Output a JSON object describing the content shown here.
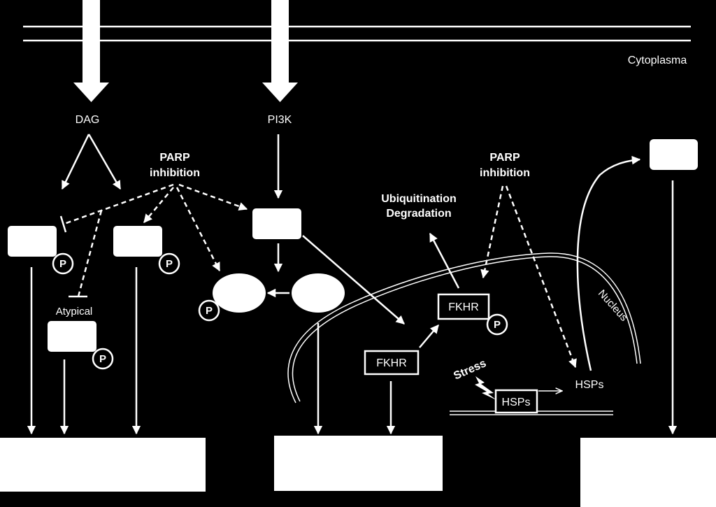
{
  "labels": {
    "cytoplasma": "Cytoplasma",
    "dag": "DAG",
    "pi3k": "PI3K",
    "parp_left_line1": "PARP",
    "parp_left_line2": "inhibition",
    "parp_right_line1": "PARP",
    "parp_right_line2": "inhibition",
    "ubiq_line1": "Ubiquitination",
    "ubiq_line2": "Degradation",
    "atypical": "Atypical",
    "nucleus": "Nucleus",
    "fkhr_upper": "FKHR",
    "fkhr_lower": "FKHR",
    "stress": "Stress",
    "hsps_gene": "HSPs",
    "hsps": "HSPs"
  },
  "phospho": {
    "p1": "P",
    "p2": "P",
    "p3": "P",
    "p4": "P",
    "p5": "P"
  }
}
